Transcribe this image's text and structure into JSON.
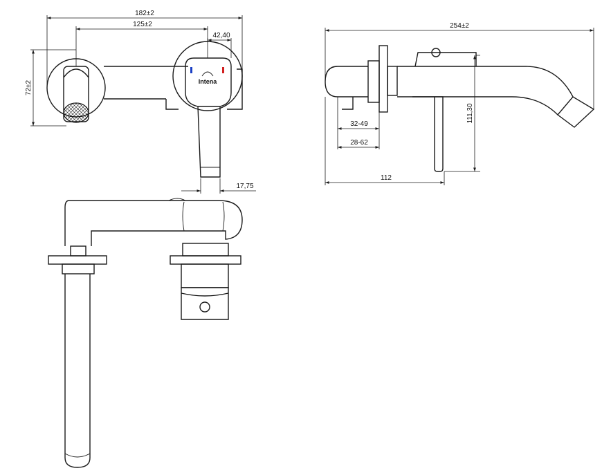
{
  "dimensions": {
    "front_width_total": "182±2",
    "front_width_centers": "125±2",
    "front_handle_width": "42,40",
    "front_height": "72±2",
    "front_lever_width": "17,75",
    "side_length_total": "254±2",
    "side_adjust_range_a": "32-49",
    "side_adjust_range_b": "28-62",
    "side_height": "111,30",
    "side_base_length": "112"
  },
  "logo": {
    "text": "Intena"
  },
  "colors": {
    "line": "#1a1a1a",
    "cold_mark": "#1a3fc4",
    "hot_mark": "#d21f1f",
    "background": "#ffffff"
  }
}
